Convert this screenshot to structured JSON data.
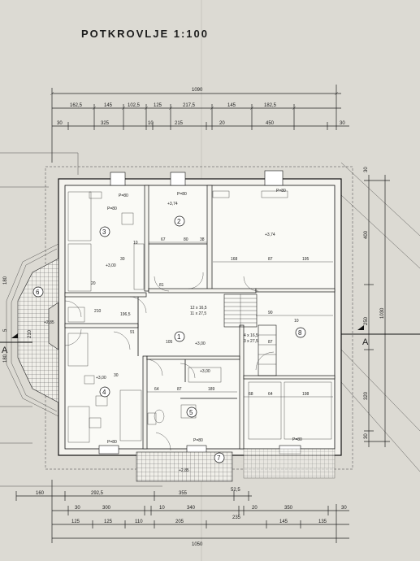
{
  "title": "POTKROVLJE 1:100",
  "top_dims": {
    "overall": "1090",
    "row1": [
      "162,5",
      "145",
      "102,5",
      "125",
      "217,5",
      "145",
      "182,5"
    ],
    "row2": [
      "30",
      "325",
      "10",
      "215",
      "20",
      "450",
      "30"
    ]
  },
  "bottom_dims": {
    "row1": [
      "160",
      "292,5",
      "355",
      "52,5"
    ],
    "row2": [
      "30",
      "300",
      "10",
      "340",
      "20",
      "350",
      "30"
    ],
    "row3": [
      "125",
      "125",
      "110",
      "205",
      "235",
      "145",
      "135"
    ],
    "overall": "1050"
  },
  "right_dims": [
    "30",
    "400",
    "250",
    "1030",
    "320",
    "30"
  ],
  "left_dims": [
    "180",
    "210",
    "180",
    "5"
  ],
  "section_marks": [
    "A",
    "A"
  ],
  "rooms": [
    {
      "num": "1",
      "level": "+3,00"
    },
    {
      "num": "2",
      "level": "+3,74"
    },
    {
      "num": "3",
      "level": "+3,00"
    },
    {
      "num": "4",
      "level": "+3,00"
    },
    {
      "num": "5",
      "level": "+3,00"
    },
    {
      "num": "6",
      "level": "+2,85"
    },
    {
      "num": "7",
      "level": "+2,85"
    },
    {
      "num": "8",
      "level": "+3,74"
    }
  ],
  "windows": [
    "P=80",
    "P=80",
    "P=80",
    "P=80",
    "P=80",
    "P=80",
    "P=80"
  ],
  "interior_dims": [
    "10",
    "30",
    "20",
    "67",
    "80",
    "38",
    "168",
    "87",
    "195",
    "90",
    "10",
    "87",
    "30",
    "64",
    "87",
    "189",
    "68",
    "64",
    "198",
    "105",
    "81",
    "91",
    "210",
    "196,5"
  ],
  "stair": {
    "line1": "12 x 16,5",
    "line2": "11 x 27,5"
  },
  "stair2": {
    "line1": "4 x 16,5",
    "line2": "3 x 27,5"
  }
}
